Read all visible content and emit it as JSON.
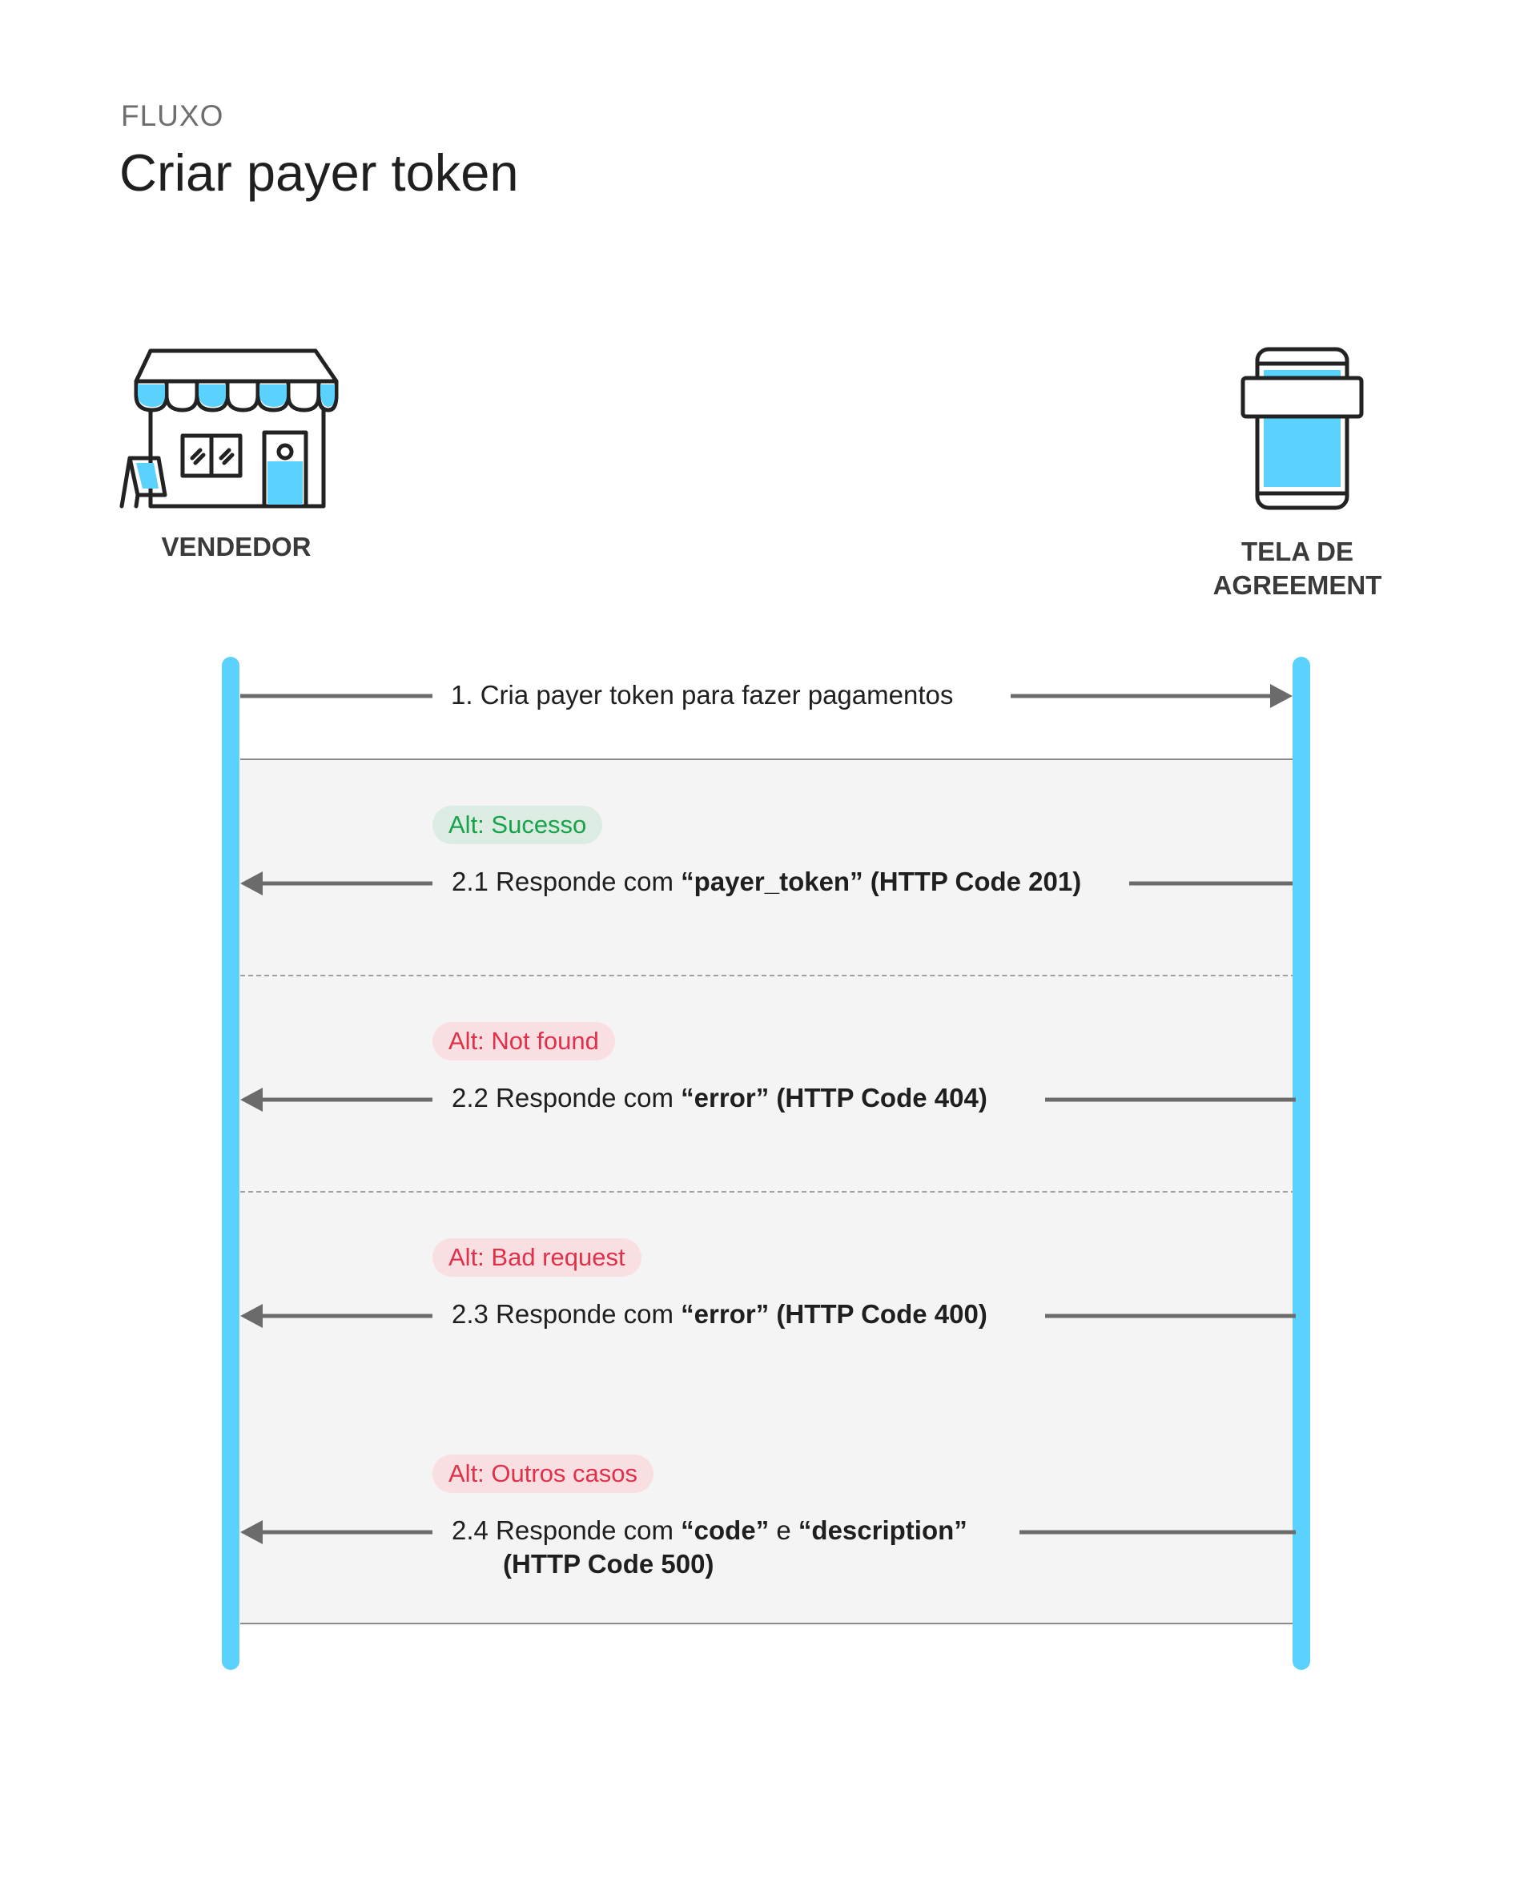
{
  "header": {
    "eyebrow": "FLUXO",
    "title": "Criar payer token"
  },
  "actors": {
    "vendor": {
      "label": "VENDEDOR",
      "icon": "storefront-icon"
    },
    "screen": {
      "label_line1": "TELA DE",
      "label_line2": "AGREEMENT",
      "icon": "mobile-phone-icon"
    }
  },
  "messages": [
    {
      "text": "1. Cria payer token para fazer pagamentos",
      "direction": "right"
    },
    {
      "pre": "2.1 Responde com ",
      "bold": "“payer_token” (HTTP Code 201)",
      "direction": "left"
    },
    {
      "pre": "2.2 Responde com ",
      "bold": "“error” (HTTP Code 404)",
      "direction": "left"
    },
    {
      "pre": "2.3 Responde com ",
      "bold": "“error” (HTTP Code 400)",
      "direction": "left"
    },
    {
      "pre": "2.4 Responde com ",
      "bold1": "“code”",
      "mid": " e ",
      "bold2": "“description”",
      "line2": "(HTTP Code 500)",
      "direction": "left"
    }
  ],
  "alternatives": [
    {
      "label": "Alt: Sucesso",
      "kind": "success"
    },
    {
      "label": "Alt: Not found",
      "kind": "error"
    },
    {
      "label": "Alt: Bad request",
      "kind": "error"
    },
    {
      "label": "Alt: Outros casos",
      "kind": "error"
    }
  ],
  "colors": {
    "lifeline": "#5bd2fd",
    "success": "#16a34a",
    "error": "#e0314b",
    "arrow": "#6b6b6b"
  }
}
